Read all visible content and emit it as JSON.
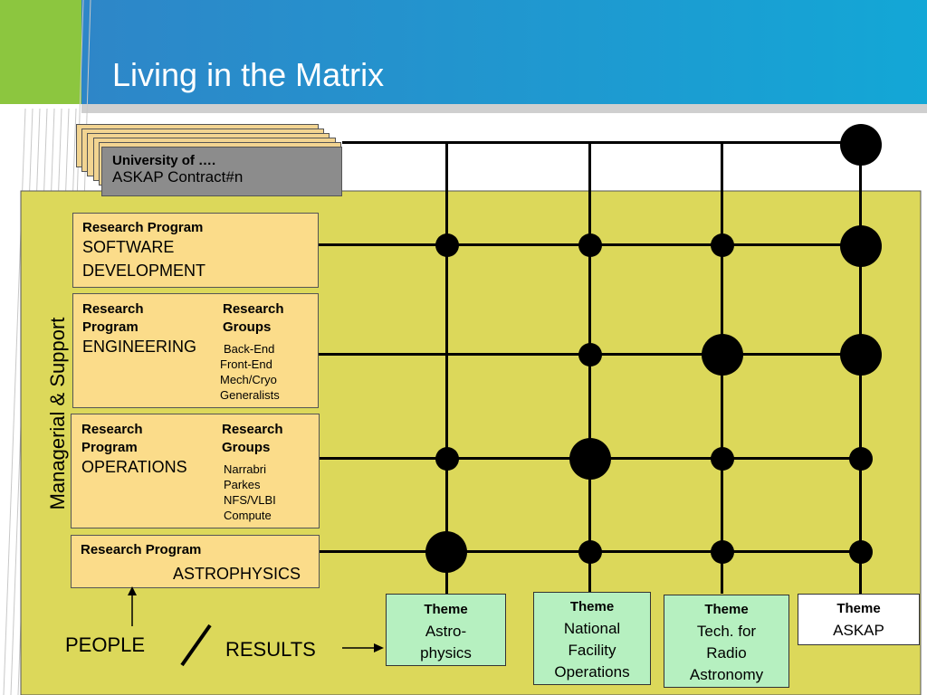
{
  "title": "Living in the Matrix",
  "side_label": "Managerial & Support",
  "university_box": {
    "line1": "University of ….",
    "line2": "ASKAP Contract#n"
  },
  "programs": [
    {
      "label": "Research Program",
      "name": "SOFTWARE DEVELOPMENT"
    },
    {
      "label": "Research Program",
      "name": "ENGINEERING",
      "groups_label": "Research Groups",
      "groups": [
        "Back-End",
        "Front-End",
        "Mech/Cryo",
        "Generalists"
      ]
    },
    {
      "label": "Research Program",
      "name": "OPERATIONS",
      "groups_label": "Research Groups",
      "groups": [
        "Narrabri",
        "Parkes",
        "NFS/VLBI",
        "Compute"
      ]
    },
    {
      "label": "Research Program",
      "name": "ASTROPHYSICS"
    }
  ],
  "themes": [
    {
      "label": "Theme",
      "name": "Astro-physics"
    },
    {
      "label": "Theme",
      "name": "National Facility Operations"
    },
    {
      "label": "Theme",
      "name": "Tech. for Radio Astronomy"
    },
    {
      "label": "Theme",
      "name": "ASKAP"
    }
  ],
  "people_label": "PEOPLE",
  "results_label": "RESULTS",
  "colors": {
    "header_blue": "#1aa0d0",
    "accent_green": "#8cc63f",
    "panel": "#dcd85a",
    "program_box": "#fbdc8a",
    "theme_box": "#b6f0c0",
    "university_box": "#8c8c8c"
  }
}
